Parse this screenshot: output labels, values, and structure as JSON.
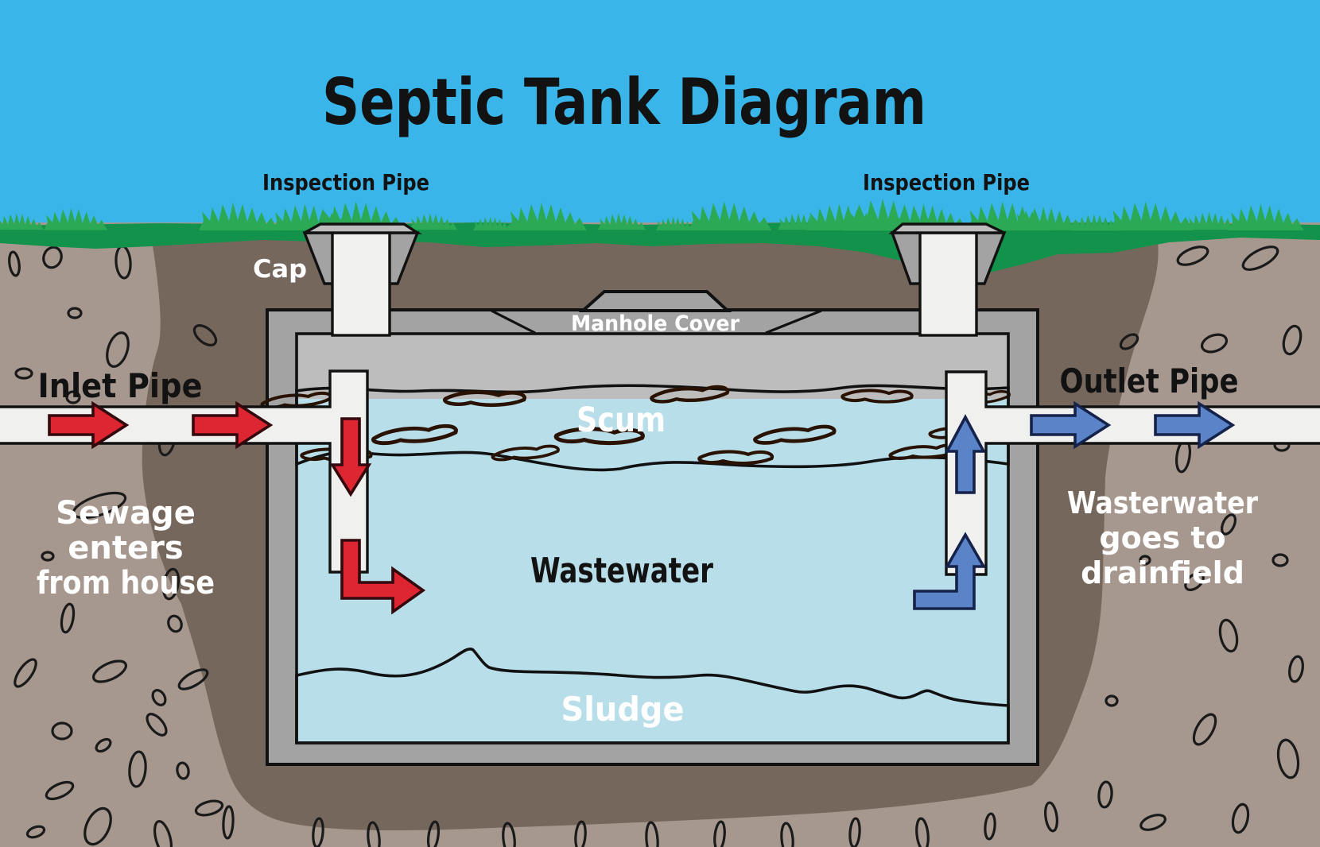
{
  "title": "Septic Tank Diagram",
  "labels": {
    "inspection_pipe_left": "Inspection Pipe",
    "inspection_pipe_right": "Inspection Pipe",
    "cap": "Cap",
    "manhole_cover": "Manhole Cover",
    "inlet_pipe": "Inlet Pipe",
    "outlet_pipe": "Outlet Pipe",
    "scum": "Scum",
    "wastewater": "Wastewater",
    "sludge": "Sludge"
  },
  "notes": {
    "inlet": [
      "Sewage",
      "enters",
      "from house"
    ],
    "outlet": [
      "Wasterwater",
      "goes to",
      "drainfield"
    ]
  },
  "colors": {
    "sky": "#3AB5E9",
    "grass_strip": "#12924A",
    "grass_tuft": "#2CA954",
    "soil_light": "#A6978F",
    "soil_dark": "#76675D",
    "tank_wall": "#A3A3A3",
    "tank_slab": "#BDBDBD",
    "pipe": "#F0F0EE",
    "scum": "#C9772E",
    "wastewater": "#B7DEE9",
    "sludge": "#6B4425",
    "arrow_red": "#DD2631",
    "arrow_blue": "#5B83C7"
  }
}
